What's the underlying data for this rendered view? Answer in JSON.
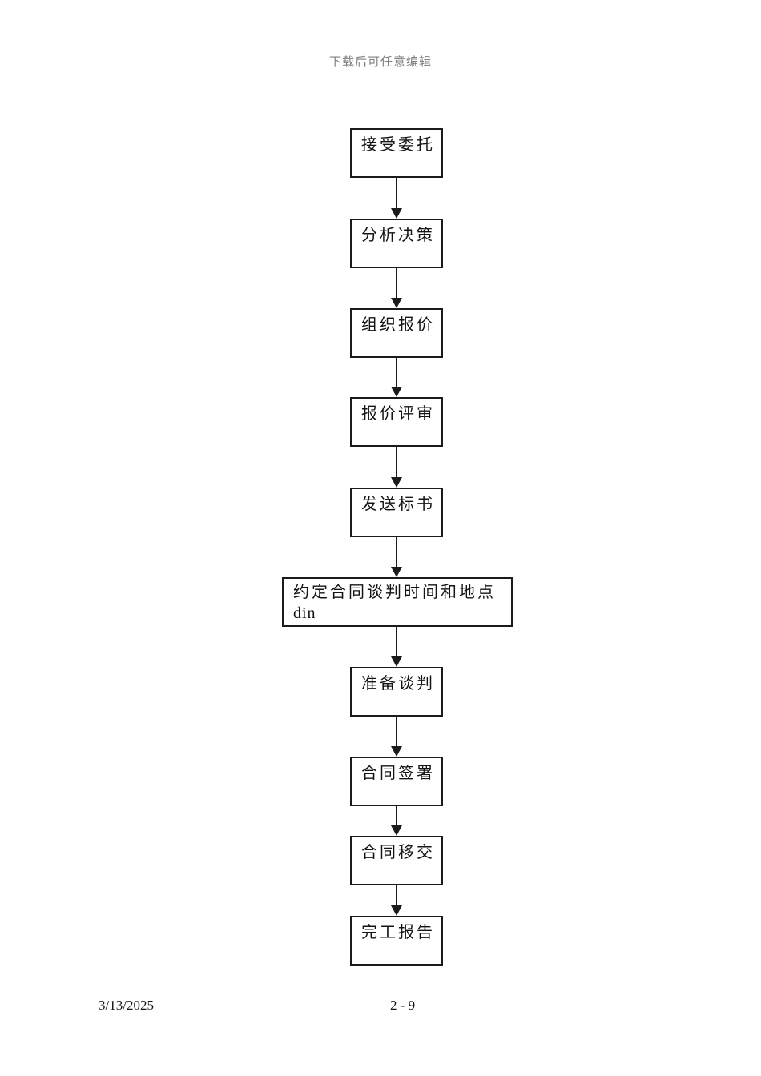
{
  "page": {
    "header_note": "下载后可任意编辑",
    "footer": {
      "date": "3/13/2025",
      "page_number": "2 - 9"
    }
  },
  "flowchart": {
    "type": "vertical-process-flow",
    "colors": {
      "box_border": "#1b1b1b",
      "text": "#141414",
      "note_text": "#808080",
      "background": "#ffffff"
    },
    "nodes": [
      {
        "label": "接受委托"
      },
      {
        "label": "分析决策"
      },
      {
        "label": "组织报价"
      },
      {
        "label": "报价评审"
      },
      {
        "label": "发送标书"
      },
      {
        "label": "约定合同谈判时间和地点 din",
        "line1": "约定合同谈判时间和地点",
        "line2": "din"
      },
      {
        "label": "准备谈判"
      },
      {
        "label": "合同签署"
      },
      {
        "label": "合同移交"
      },
      {
        "label": "完工报告"
      }
    ]
  }
}
